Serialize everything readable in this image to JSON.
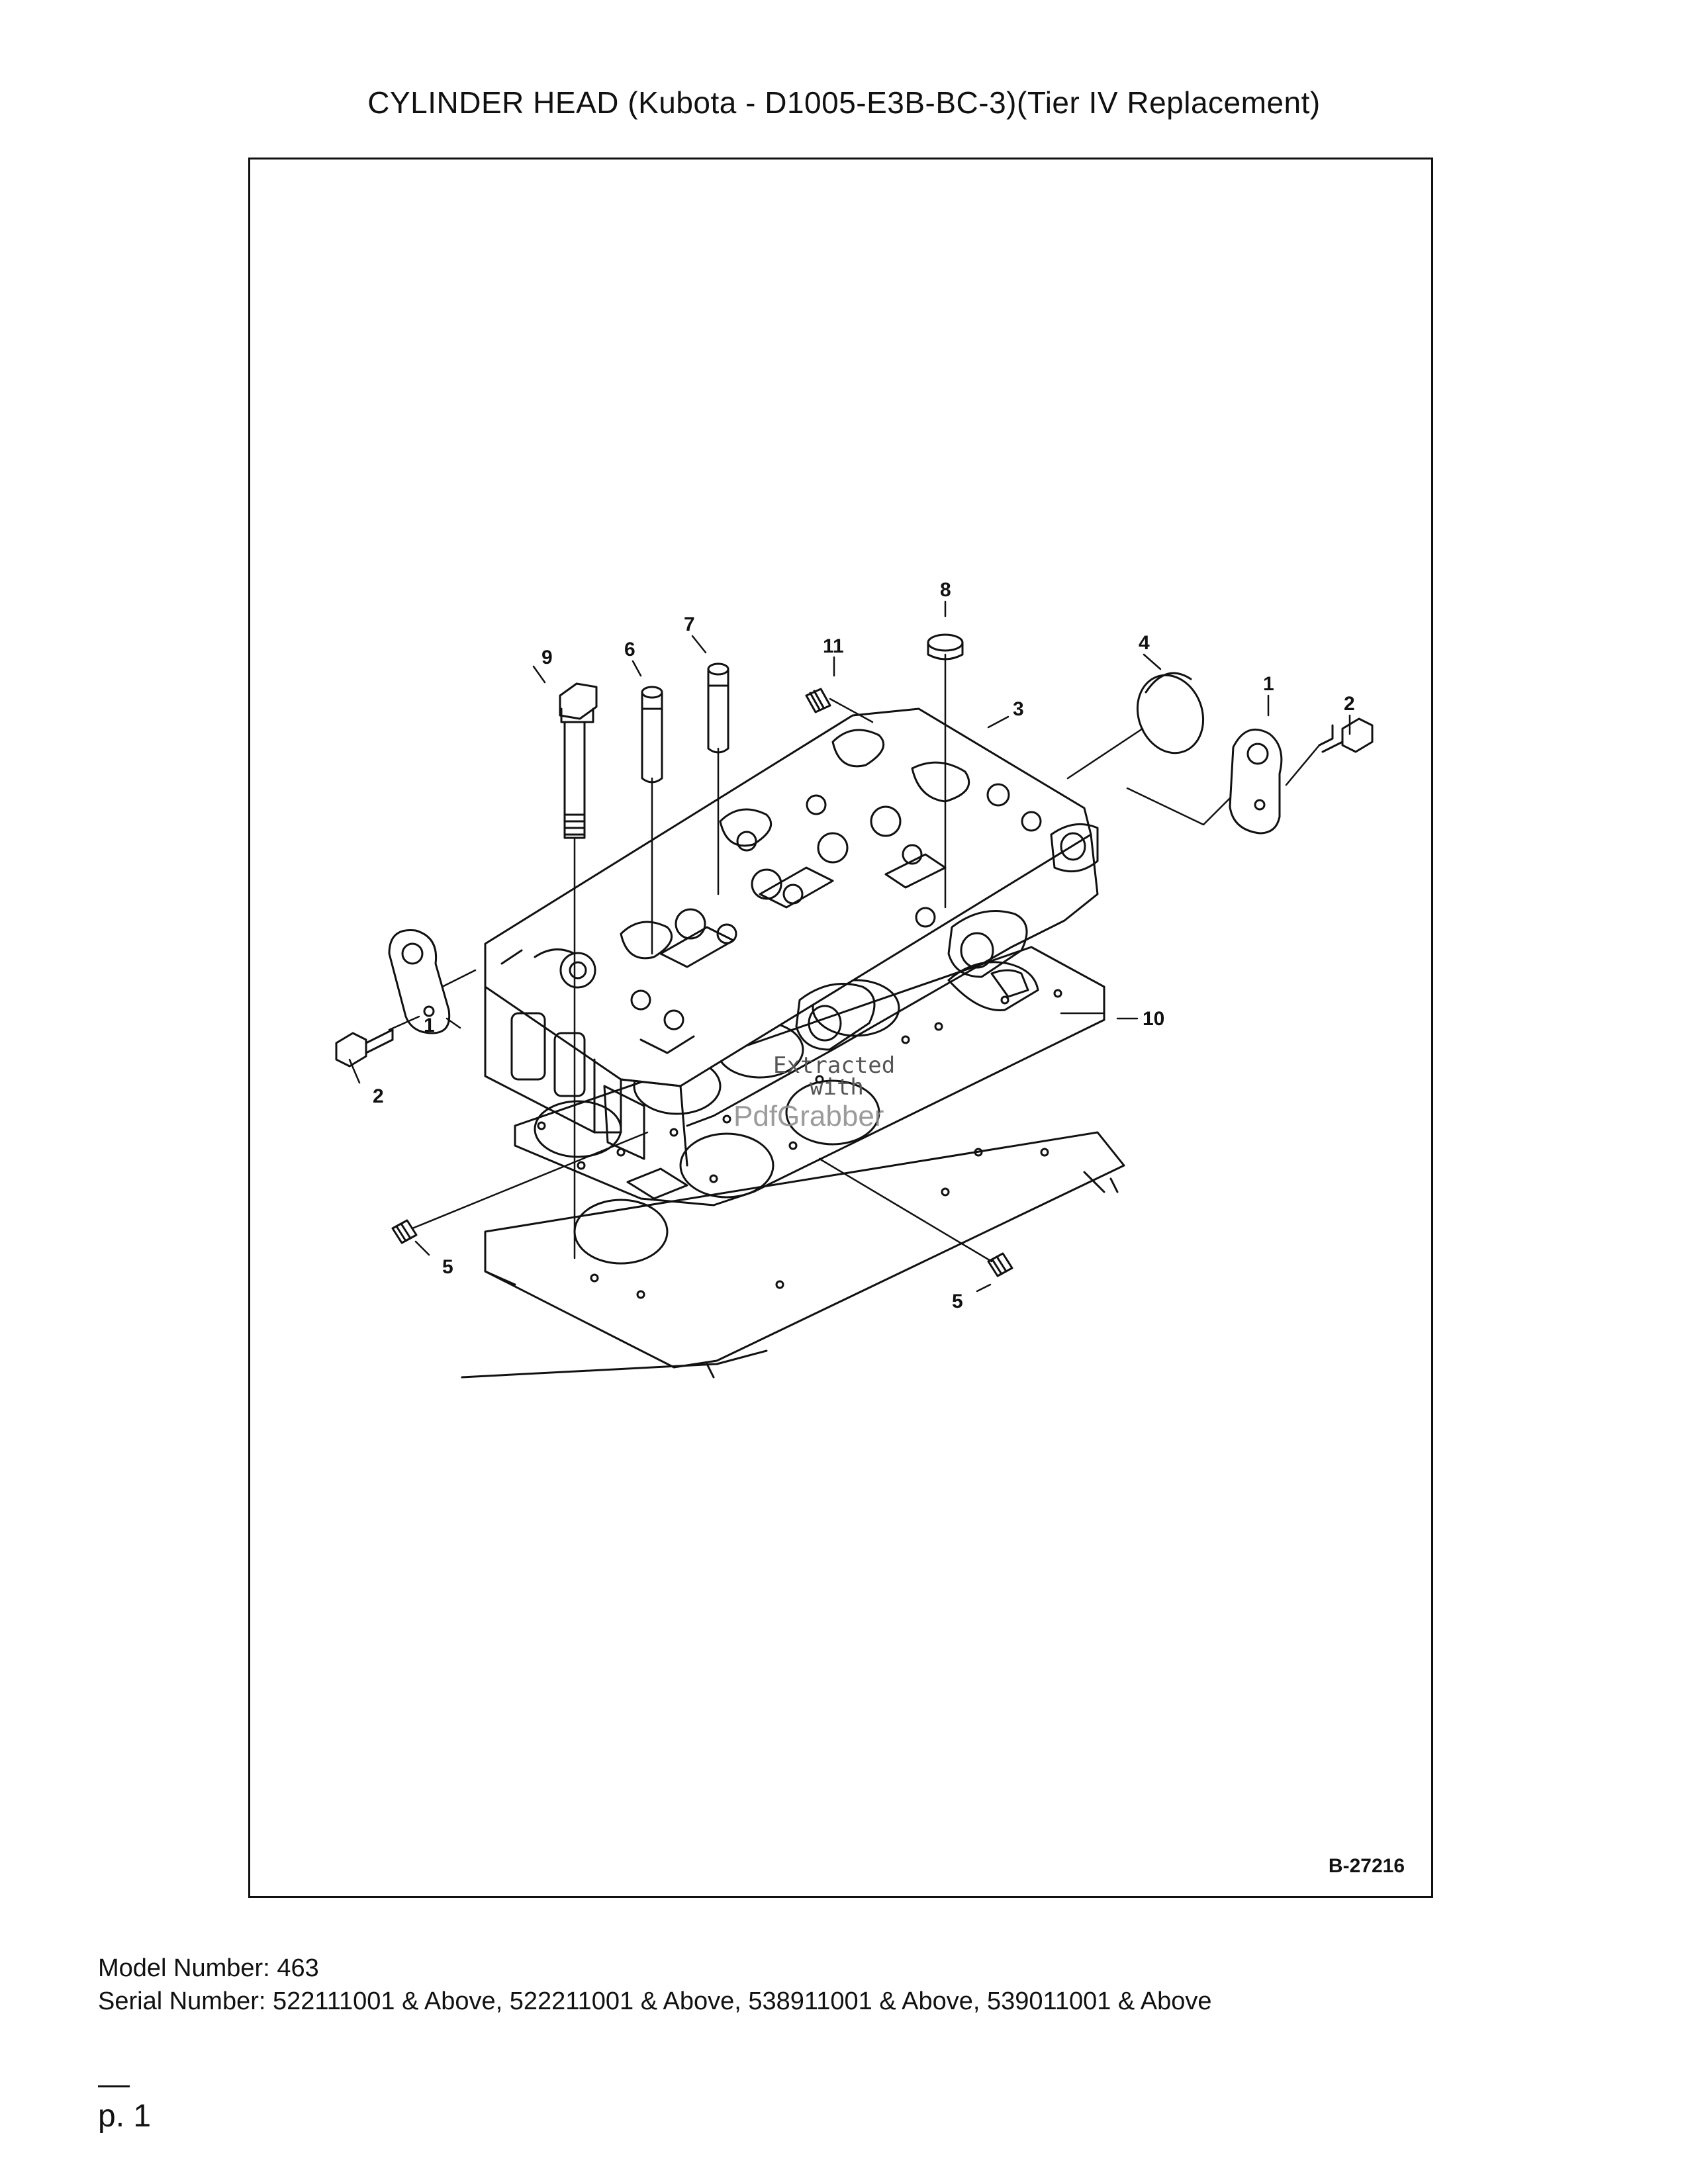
{
  "page": {
    "title": "CYLINDER HEAD (Kubota - D1005-E3B-BC-3)(Tier IV Replacement)",
    "figure_code": "B-27216",
    "model_number": "Model Number: 463",
    "serial_number": "Serial Number: 522111001 & Above, 522211001 & Above, 538911001 & Above, 539011001 & Above",
    "page_number": "p. 1"
  },
  "diagram": {
    "callouts": {
      "c1a": "1",
      "c1b": "1",
      "c2a": "2",
      "c2b": "2",
      "c3": "3",
      "c4": "4",
      "c5a": "5",
      "c5b": "5",
      "c6": "6",
      "c7": "7",
      "c8": "8",
      "c9": "9",
      "c10": "10",
      "c11": "11"
    },
    "watermark": {
      "line1": "Extracted",
      "line2": "with",
      "line3": "PdfGrabber"
    }
  }
}
